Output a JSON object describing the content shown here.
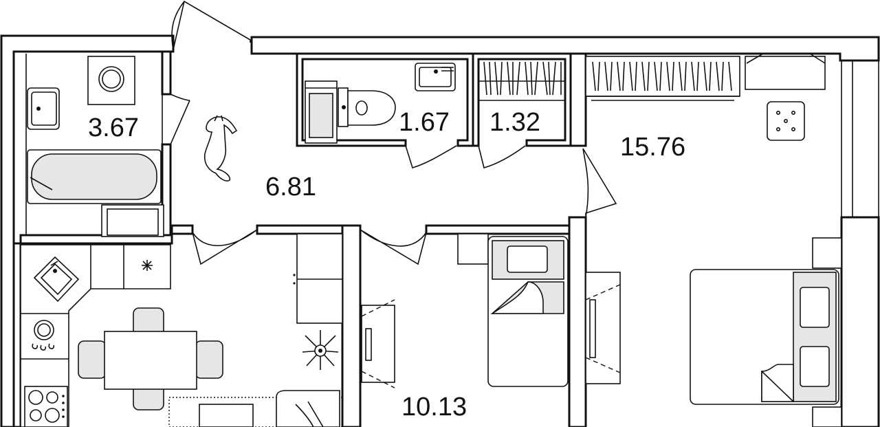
{
  "rooms": [
    {
      "id": "bathroom",
      "area": "3.67"
    },
    {
      "id": "hallway",
      "area": "6.81"
    },
    {
      "id": "toilet",
      "area": "1.67"
    },
    {
      "id": "storage",
      "area": "1.32"
    },
    {
      "id": "bedroom",
      "area": "15.76"
    },
    {
      "id": "kitchen-living",
      "area": "10.13"
    }
  ],
  "colors": {
    "wall": "#111111",
    "furniture_fill": "#e6e6e6",
    "background": "#ffffff"
  },
  "icons": [
    "washing-machine-icon",
    "sink-icon",
    "bathtub-icon",
    "toilet-icon",
    "cat-icon",
    "wardrobe-icon",
    "cooktop-icon",
    "dining-table-icon",
    "plant-icon",
    "bed-icon",
    "desk-icon",
    "door-icon",
    "window-icon"
  ]
}
